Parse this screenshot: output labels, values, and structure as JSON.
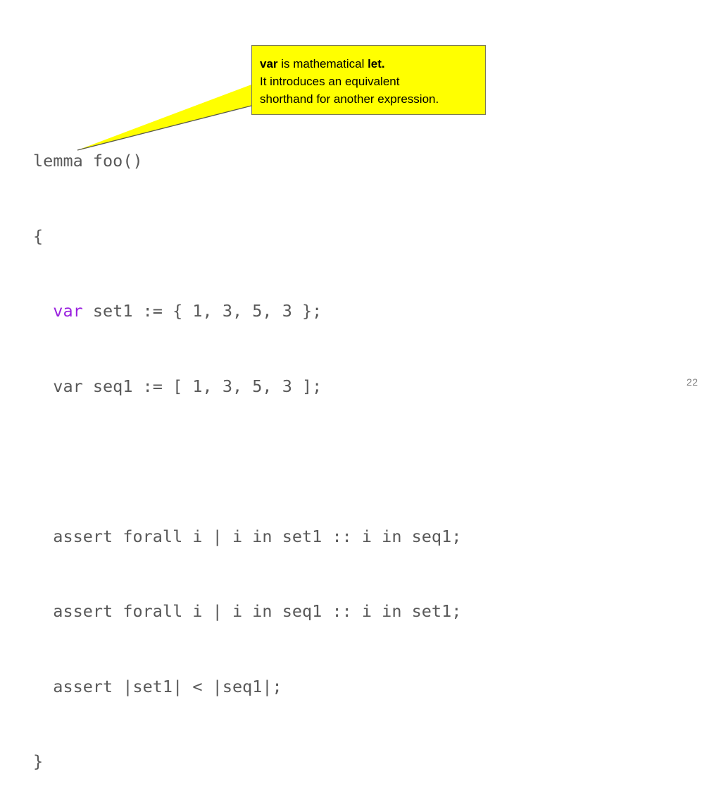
{
  "slide": {
    "background_color": "#ffffff",
    "page_number": "22"
  },
  "callout": {
    "background_color": "#ffff00",
    "border_color": "#7a7a5a",
    "text_color": "#000000",
    "line1_bold_start": "var",
    "line1_rest": " is mathematical ",
    "line1_bold_end": "let.",
    "line2": "It introduces an equivalent",
    "line3": "shorthand for another expression.",
    "full_text": "var is mathematical let. It introduces an equivalent shorthand for another expression."
  },
  "code": {
    "text_color": "#595959",
    "keyword_color": "#9a22df",
    "lines": [
      {
        "text": "lemma foo()"
      },
      {
        "text": "{"
      },
      {
        "highlight": "var",
        "text": " set1 := { 1, 3, 5, 3 };"
      },
      {
        "text": "  var seq1 := [ 1, 3, 5, 3 ];"
      },
      {
        "text": ""
      },
      {
        "text": "  assert forall i | i in set1 :: i in seq1;"
      },
      {
        "text": "  assert forall i | i in seq1 :: i in set1;"
      },
      {
        "text": "  assert |set1| < |seq1|;"
      },
      {
        "text": "}"
      }
    ],
    "indent_var_line": "  "
  }
}
